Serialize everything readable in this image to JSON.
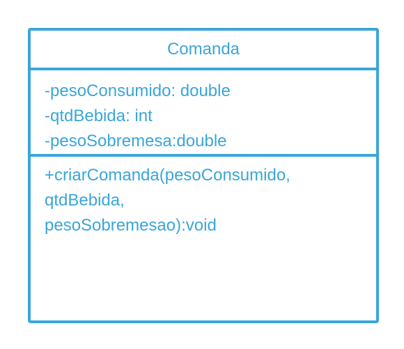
{
  "diagram": {
    "class_name": "Comanda",
    "attributes": [
      "-pesoConsumido: double",
      "-qtdBebida: int",
      "-pesoSobremesa:double"
    ],
    "methods": [
      "+criarComanda(pesoConsumido,",
      "qtdBebida,",
      "pesoSobremesao):void"
    ],
    "colors": {
      "stroke": "#3aa6d8",
      "text": "#3aa6d8",
      "background": "#ffffff"
    }
  }
}
